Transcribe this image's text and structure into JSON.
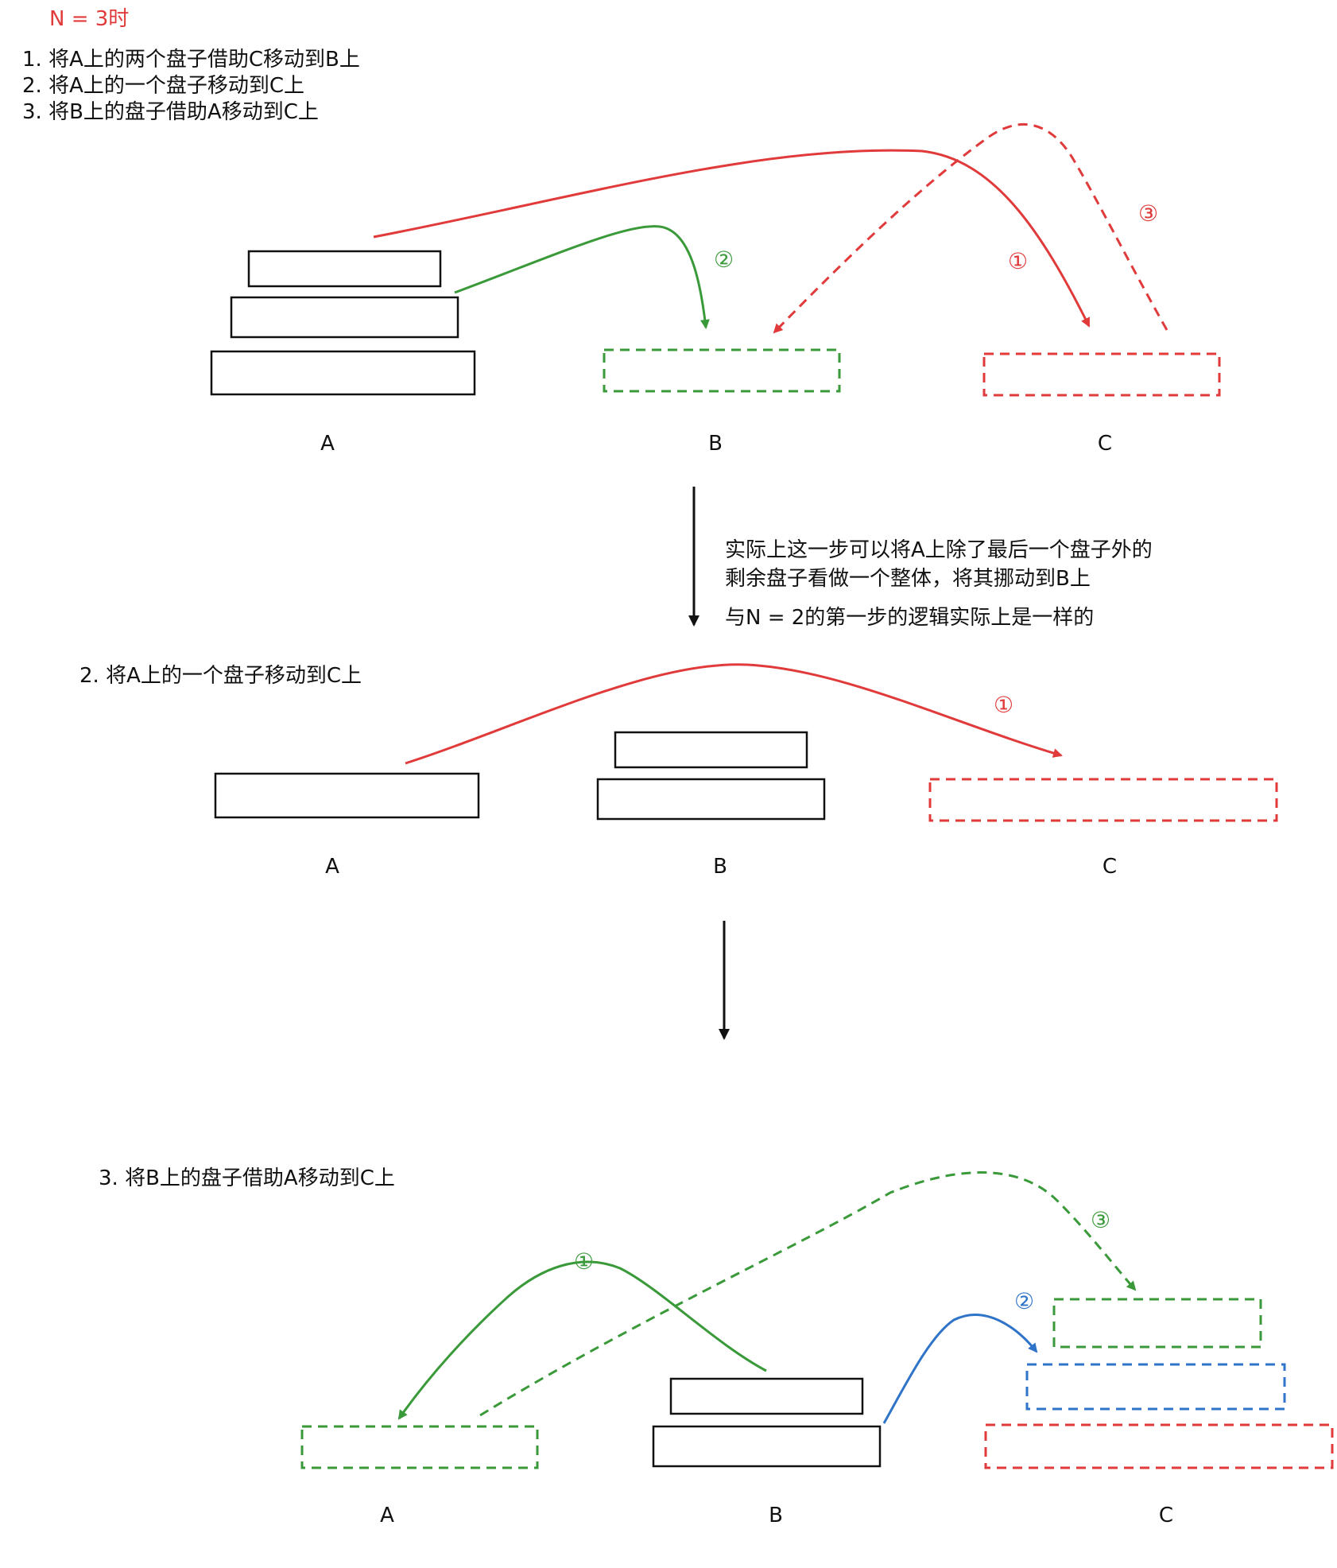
{
  "colors": {
    "red": "#e03a3a",
    "green": "#3a9a3a",
    "blue": "#2f74c8",
    "black": "#111111"
  },
  "header": {
    "title": "N = 3时",
    "steps": [
      "1. 将A上的两个盘子借助C移动到B上",
      "2. 将A上的一个盘子移动到C上",
      "3. 将B上的盘子借助A移动到C上"
    ]
  },
  "sections": [
    {
      "pegs": [
        "A",
        "B",
        "C"
      ],
      "markers": [
        "②",
        "①",
        "③"
      ]
    },
    {
      "heading": "2. 将A上的一个盘子移动到C上",
      "pegs": [
        "A",
        "B",
        "C"
      ],
      "markers": [
        "①"
      ]
    },
    {
      "heading": "3. 将B上的盘子借助A移动到C上",
      "pegs": [
        "A",
        "B",
        "C"
      ],
      "markers": [
        "①",
        "②",
        "③"
      ]
    }
  ],
  "note": {
    "lines": [
      "实际上这一步可以将A上除了最后一个盘子外的",
      "剩余盘子看做一个整体，将其挪动到B上",
      "与N = 2的第一步的逻辑实际上是一样的"
    ]
  }
}
